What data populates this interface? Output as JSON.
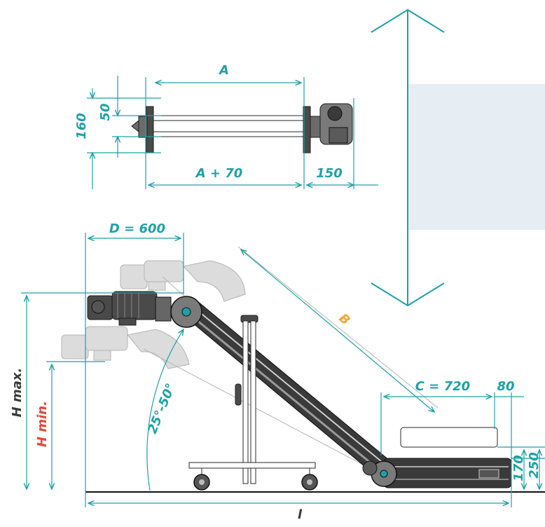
{
  "labels": {
    "A": "A",
    "A70": "A + 70",
    "d150": "150",
    "d160": "160",
    "d50": "50",
    "D": "D = 600",
    "B": "B",
    "C": "C = 720",
    "d80": "80",
    "d170": "170",
    "d250": "250",
    "hmax": "H max.",
    "hmin": "H min.",
    "angle": "25°-50°",
    "l": "l"
  },
  "colors": {
    "teal": "#1fa0a6",
    "red": "#e0463a",
    "orange": "#f0a830",
    "panel": "#e6eef4",
    "dark": "#2a2a2a"
  },
  "icons": {
    "up_down": "double-headed-vertical-arrow-icon"
  }
}
